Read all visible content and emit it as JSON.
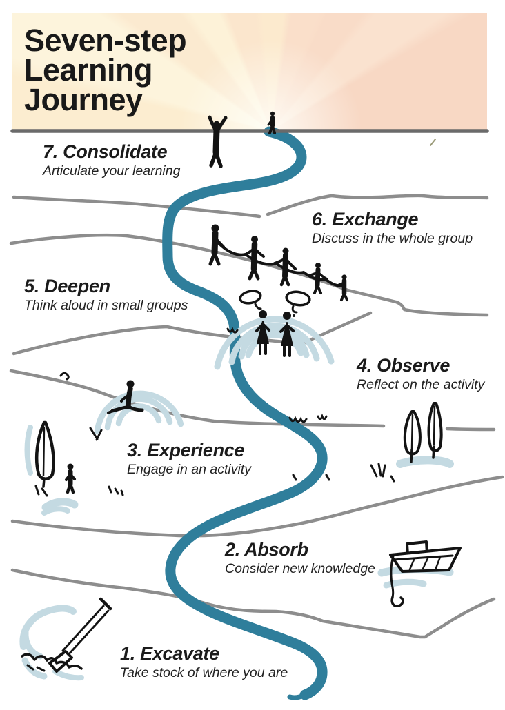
{
  "title": {
    "lines": [
      "Seven-step",
      "Learning",
      "Journey"
    ]
  },
  "steps": [
    {
      "number": "7",
      "label": "7. Consolidate",
      "subtitle": "Articulate your learning"
    },
    {
      "number": "6",
      "label": "6. Exchange",
      "subtitle": "Discuss in the whole group"
    },
    {
      "number": "5",
      "label": "5. Deepen",
      "subtitle": "Think aloud in small groups"
    },
    {
      "number": "4",
      "label": "4. Observe",
      "subtitle": "Reflect on the activity"
    },
    {
      "number": "3",
      "label": "3. Experience",
      "subtitle": "Engage in an activity"
    },
    {
      "number": "2",
      "label": "2. Absorb",
      "subtitle": "Consider new knowledge"
    },
    {
      "number": "1",
      "label": "1. Excavate",
      "subtitle": "Take stock of where you are"
    }
  ],
  "illustrations": {
    "path_name": "winding-journey-path",
    "figures": [
      "celebrating-person",
      "walking-person-at-horizon",
      "roped-group-of-five",
      "two-people-talking-with-speech-bubbles",
      "sitting-person-with-arcs",
      "walking-person-with-tree",
      "pair-of-trees",
      "boat-with-anchor",
      "shovel-in-ground"
    ]
  },
  "colors": {
    "journey_path": "#2f7e9b",
    "accent_light_blue": "#c4dae2",
    "contour_gray": "#8d8d8d",
    "horizon_gray": "#6a6a6a",
    "ink": "#131313",
    "sky_yellow": "#fdf3da",
    "sky_peach": "#f8d8c4"
  }
}
